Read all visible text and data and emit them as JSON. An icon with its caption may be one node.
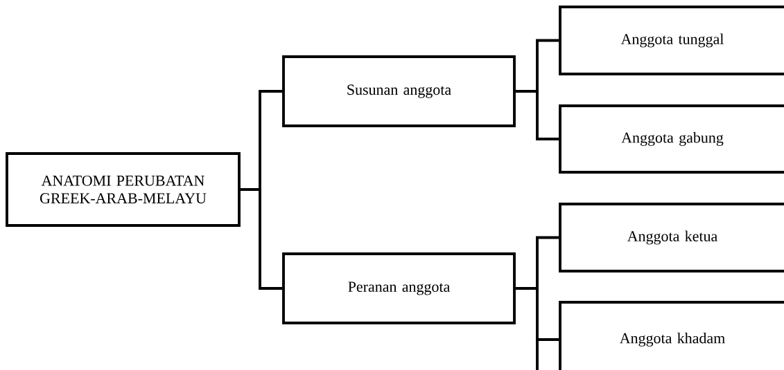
{
  "diagram": {
    "nodes": [
      {
        "text": [
          "ANATOMI PERUBATAN GREEK-ARAB-MELAYU"
        ]
      },
      {
        "text": [
          "Susunan anggota"
        ]
      },
      {
        "text": [
          "Peranan anggota"
        ]
      },
      {
        "text": [
          "Anggota tunggal"
        ]
      },
      {
        "text": [
          "Anggota gabung"
        ]
      },
      {
        "text": [
          "Anggota ketua"
        ]
      },
      {
        "text": [
          "Anggota khadam"
        ]
      }
    ],
    "edges": [
      {
        "from": 0,
        "to": 1,
        "arrow": "none"
      },
      {
        "from": 0,
        "to": 2,
        "arrow": "none"
      },
      {
        "from": 1,
        "to": 3,
        "arrow": "none"
      },
      {
        "from": 1,
        "to": 4,
        "arrow": "none"
      },
      {
        "from": 2,
        "to": 5,
        "arrow": "none"
      },
      {
        "from": 2,
        "to": 6,
        "arrow": "none"
      }
    ]
  }
}
